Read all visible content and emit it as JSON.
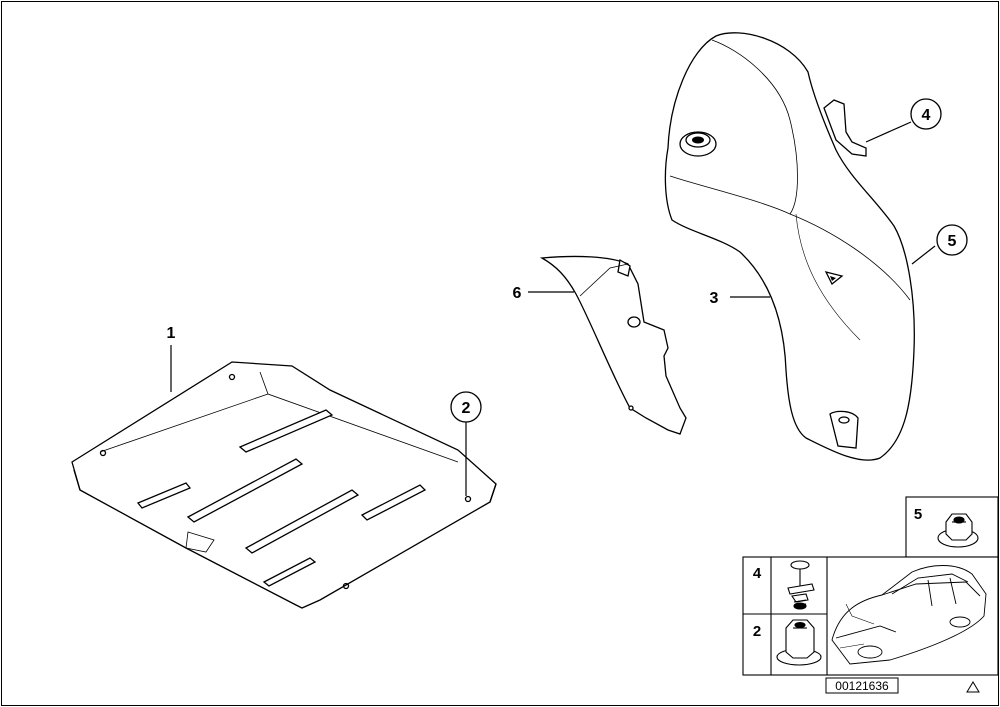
{
  "callouts": {
    "part1": "1",
    "part2": "2",
    "part3": "3",
    "part4": "4",
    "part5": "5",
    "part6": "6"
  },
  "legend": {
    "nut_large_label": "5",
    "clip_label": "4",
    "nut_small_label": "2"
  },
  "diagram_id": "00121636",
  "icons": {
    "corner_mark": "triangle-icon",
    "vehicle": "car-icon"
  },
  "colors": {
    "line": "#000000",
    "shade": "#d9d9d9",
    "background": "#ffffff"
  }
}
